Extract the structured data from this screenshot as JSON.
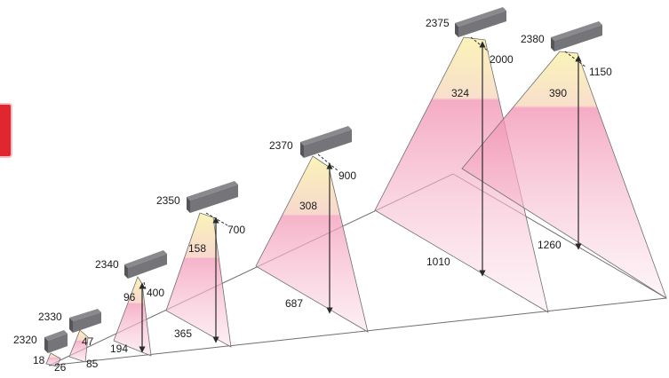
{
  "colors": {
    "beam_top": "#fbf3b4",
    "beam_bottom": "#f07aa0",
    "fixture": "#757579",
    "fixture_dark": "#56565a",
    "line": "#6f6f6f",
    "red_tab": "#e0262f"
  },
  "units": [
    {
      "id": "u2320",
      "model": "2320",
      "width": "18",
      "height": "",
      "depth": "26"
    },
    {
      "id": "u2330",
      "model": "2330",
      "width": "",
      "height": "47",
      "depth": "85"
    },
    {
      "id": "u2340",
      "model": "2340",
      "width": "96",
      "height": "400",
      "depth": "194"
    },
    {
      "id": "u2350",
      "model": "2350",
      "width": "158",
      "height": "700",
      "depth": "365"
    },
    {
      "id": "u2370",
      "model": "2370",
      "width": "308",
      "height": "900",
      "depth": "687"
    },
    {
      "id": "u2375",
      "model": "2375",
      "width": "324",
      "height": "2000",
      "depth": "1010"
    },
    {
      "id": "u2380",
      "model": "2380",
      "width": "390",
      "height": "1150",
      "depth": "1260"
    }
  ]
}
